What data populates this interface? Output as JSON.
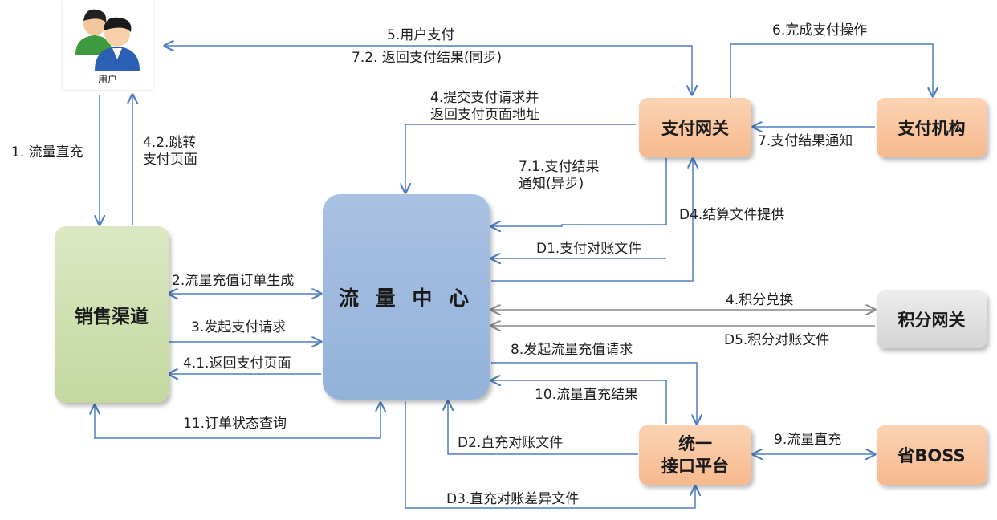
{
  "nodes": {
    "user": "用户",
    "sales_channel": "销售渠道",
    "traffic_center": "流 量 中 心",
    "payment_gateway": "支付网关",
    "payment_institution": "支付机构",
    "points_gateway": "积分网关",
    "unified_platform": "统一\n接口平台",
    "province_boss": "省BOSS"
  },
  "edges": {
    "e1": "1. 流量直充",
    "e42": "4.2.跳转\n支付页面",
    "e5": "5.用户支付",
    "e72": "7.2. 返回支付结果(同步)",
    "e6": "6.完成支付操作",
    "e4": "4.提交支付请求并\n返回支付页面地址",
    "e7": "7.支付结果通知",
    "e71": "7.1.支付结果\n通知(异步)",
    "ed4": "D4.结算文件提供",
    "ed1": "D1.支付对账文件",
    "e2": "2.流量充值订单生成",
    "e3": "3.发起支付请求",
    "e41": "4.1.返回支付页面",
    "e4p": "4.积分兑换",
    "ed5": "D5.积分对账文件",
    "e8": "8.发起流量充值请求",
    "e10": "10.流量直充结果",
    "e11": "11.订单状态查询",
    "ed2": "D2.直充对账文件",
    "e9": "9.流量直充",
    "ed3": "D3.直充对账差异文件"
  },
  "colors": {
    "line_blue": "#4f7fc0",
    "line_gray": "#8a8a8a",
    "orange_node": "#f7b98e",
    "green_node": "#c4d89f",
    "blue_node": "#93b2da",
    "gray_node": "#d4d4d4"
  },
  "icons": {
    "user": "user-group-icon"
  }
}
